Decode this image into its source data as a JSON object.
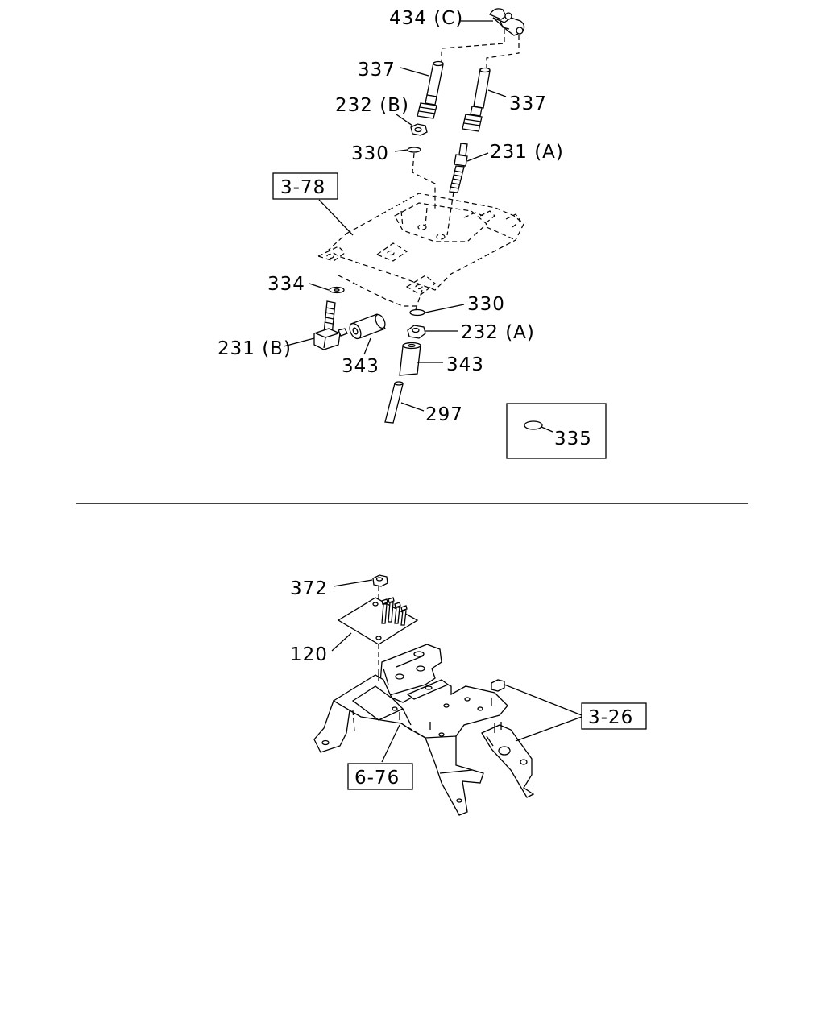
{
  "upper": {
    "labels": {
      "p434c": "434 (C)",
      "p337_left": "337",
      "p337_right": "337",
      "p232b": "232 (B)",
      "p330_top": "330",
      "p231a": "231 (A)",
      "ref_3_78": "3-78",
      "p334": "334",
      "p330_bottom": "330",
      "p232a": "232 (A)",
      "p231b": "231 (B)",
      "p343_left": "343",
      "p343_right": "343",
      "p297": "297",
      "p335": "335"
    }
  },
  "lower": {
    "labels": {
      "p372": "372",
      "p120": "120",
      "ref_3_26": "3-26",
      "ref_6_76": "6-76"
    }
  }
}
